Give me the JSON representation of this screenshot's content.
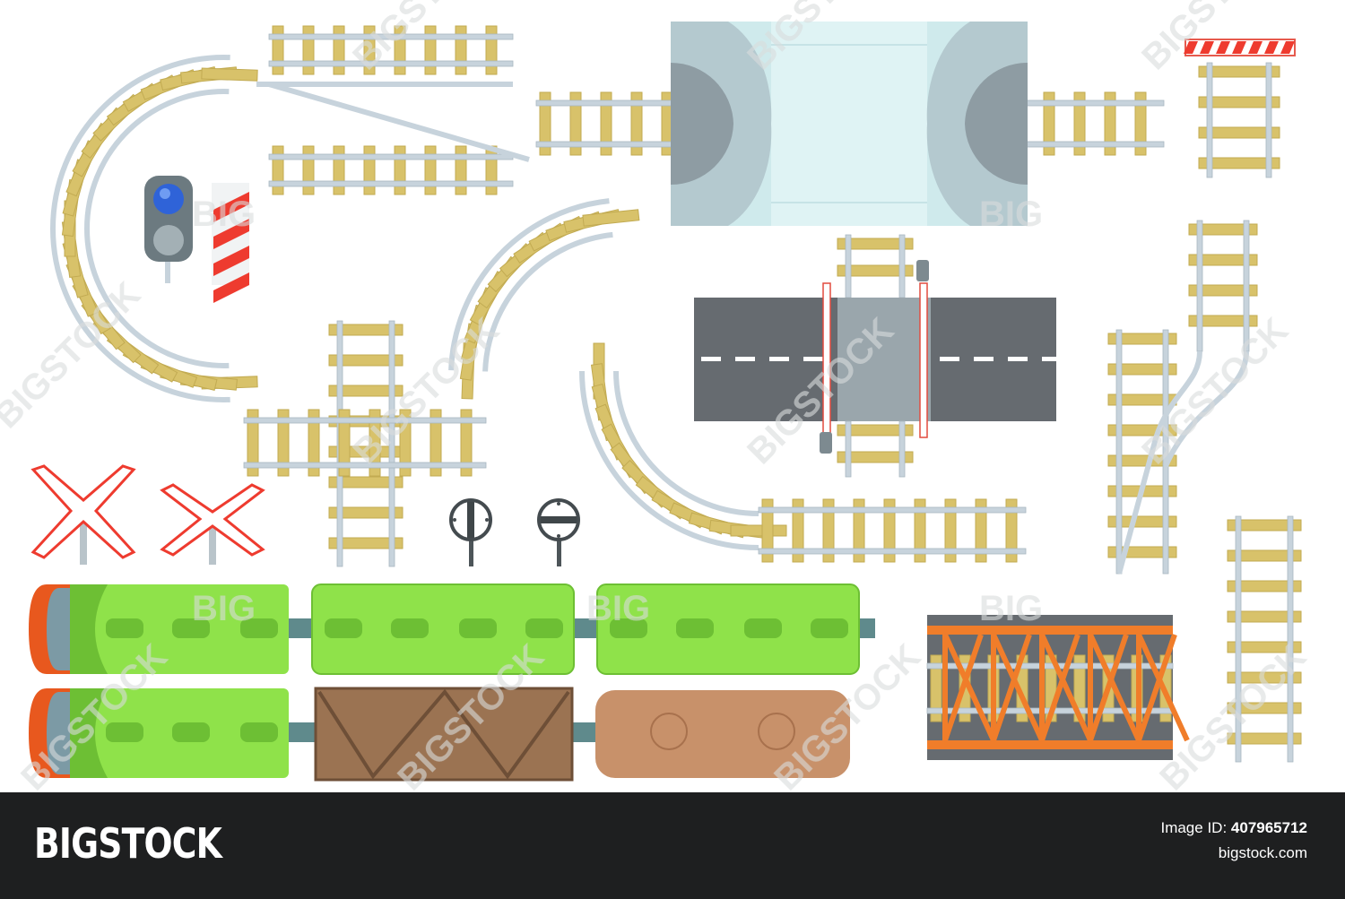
{
  "footer": {
    "brand": "BIGSTOCK",
    "image_id_label": "Image ID:",
    "image_id": "407965712",
    "site": "bigstock.com"
  },
  "watermark": {
    "full": "BIGSTOCK",
    "short": "BIG"
  },
  "colors": {
    "sleeper": "#d8c26a",
    "sleeper_dark": "#c9b35a",
    "rail": "#c7d3dc",
    "rail_edge": "#aab8c3",
    "road": "#666b70",
    "train_green": "#8fe24a",
    "train_dark_green": "#6dbf34",
    "train_orange": "#e8581e",
    "wagon_brown": "#9b7352",
    "tank_tan": "#c8916a",
    "bridge_orange": "#f07d2a",
    "tunnel_light": "#cfeaec",
    "tunnel_gray": "#8e9ca3",
    "warning_red": "#ee3b2f",
    "footer_bg": "#1e1f20"
  },
  "icons": [
    "curved-track-icon",
    "switch-track-icon",
    "tunnel-icon",
    "barrier-track-icon",
    "traffic-signal-icon",
    "warning-post-icon",
    "s-curve-track-icon",
    "level-crossing-icon",
    "crossing-track-icon",
    "railroad-crossing-sign-icon",
    "speed-sign-icon",
    "turnout-track-icon",
    "straight-track-icon",
    "locomotive-icon",
    "passenger-car-icon",
    "box-wagon-icon",
    "tank-wagon-icon",
    "bridge-icon"
  ]
}
